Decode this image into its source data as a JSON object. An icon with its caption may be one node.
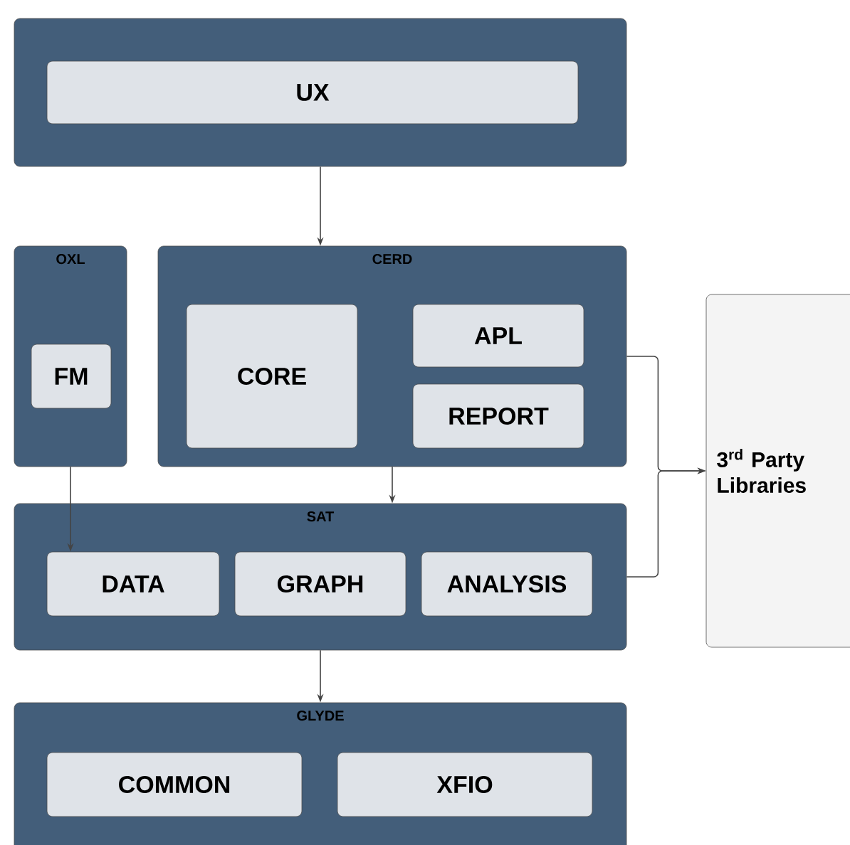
{
  "diagram": {
    "nodes": [
      {
        "text": [],
        "shape": "box"
      },
      {
        "text": [
          "UX"
        ],
        "in": 0
      },
      {
        "text": [
          "OXL"
        ]
      },
      {
        "text": [
          "FM"
        ],
        "in": 2
      },
      {
        "text": [
          "CERD"
        ]
      },
      {
        "text": [
          "CORE"
        ],
        "in": 4
      },
      {
        "text": [
          "APL"
        ],
        "in": 4
      },
      {
        "text": [
          "REPORT"
        ],
        "in": 4
      },
      {
        "text": [
          "SAT"
        ]
      },
      {
        "text": [
          "DATA"
        ],
        "in": 8
      },
      {
        "text": [
          "GRAPH"
        ],
        "in": 8
      },
      {
        "text": [
          "ANALYSIS"
        ],
        "in": 8
      },
      {
        "text": [
          "GLYDE"
        ]
      },
      {
        "text": [
          "COMMON"
        ],
        "in": 12
      },
      {
        "text": [
          "XFIO"
        ],
        "in": 12
      },
      {
        "text": [
          "3$^{rd}$ Party Libraries"
        ]
      }
    ],
    "edges": [
      {
        "from": 0,
        "to": 4,
        "arrow": "to"
      },
      {
        "from": 2,
        "to": 9,
        "arrow": "to"
      },
      {
        "from": 4,
        "to": 8,
        "arrow": "to"
      },
      {
        "from": 8,
        "to": 12,
        "arrow": "to"
      },
      {
        "from": 4,
        "to": 15,
        "arrow": "to"
      },
      {
        "from": 8,
        "to": 15,
        "arrow": "to"
      }
    ]
  }
}
